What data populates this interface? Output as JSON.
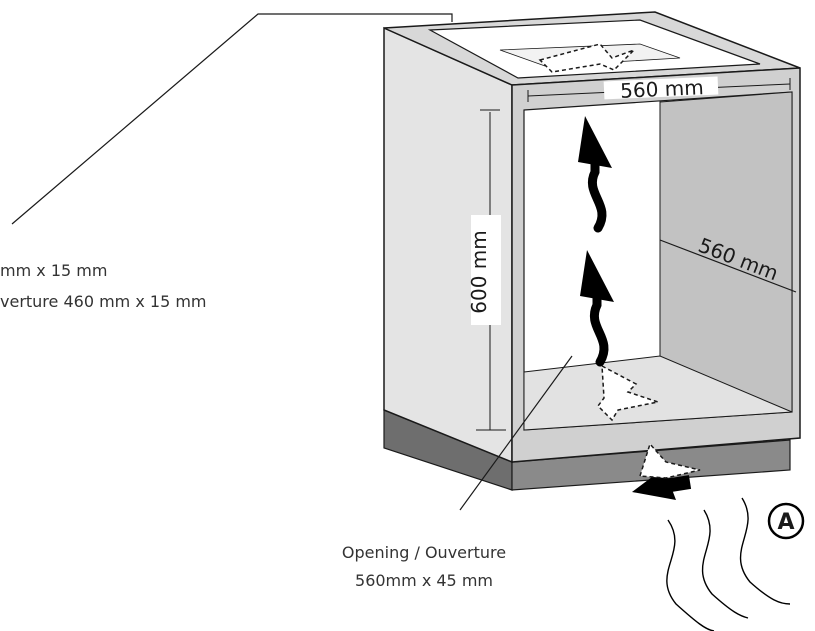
{
  "labels": {
    "top_opening_line1": "mm x 15 mm",
    "top_opening_line2": "verture 460 mm x 15 mm",
    "bottom_opening_line1": "Opening / Ouverture",
    "bottom_opening_line2": "560mm x 45 mm"
  },
  "dimensions": {
    "width": "560 mm",
    "depth": "560 mm",
    "height": "600 mm"
  },
  "marker": "A",
  "colors": {
    "outline": "#1a1a1a",
    "panel_light": "#e4e4e4",
    "panel_mid": "#cfcfcf",
    "panel_dark": "#bdbdbd",
    "plinth": "#7a7a7a",
    "airflow": "#000000",
    "text": "#333333"
  }
}
